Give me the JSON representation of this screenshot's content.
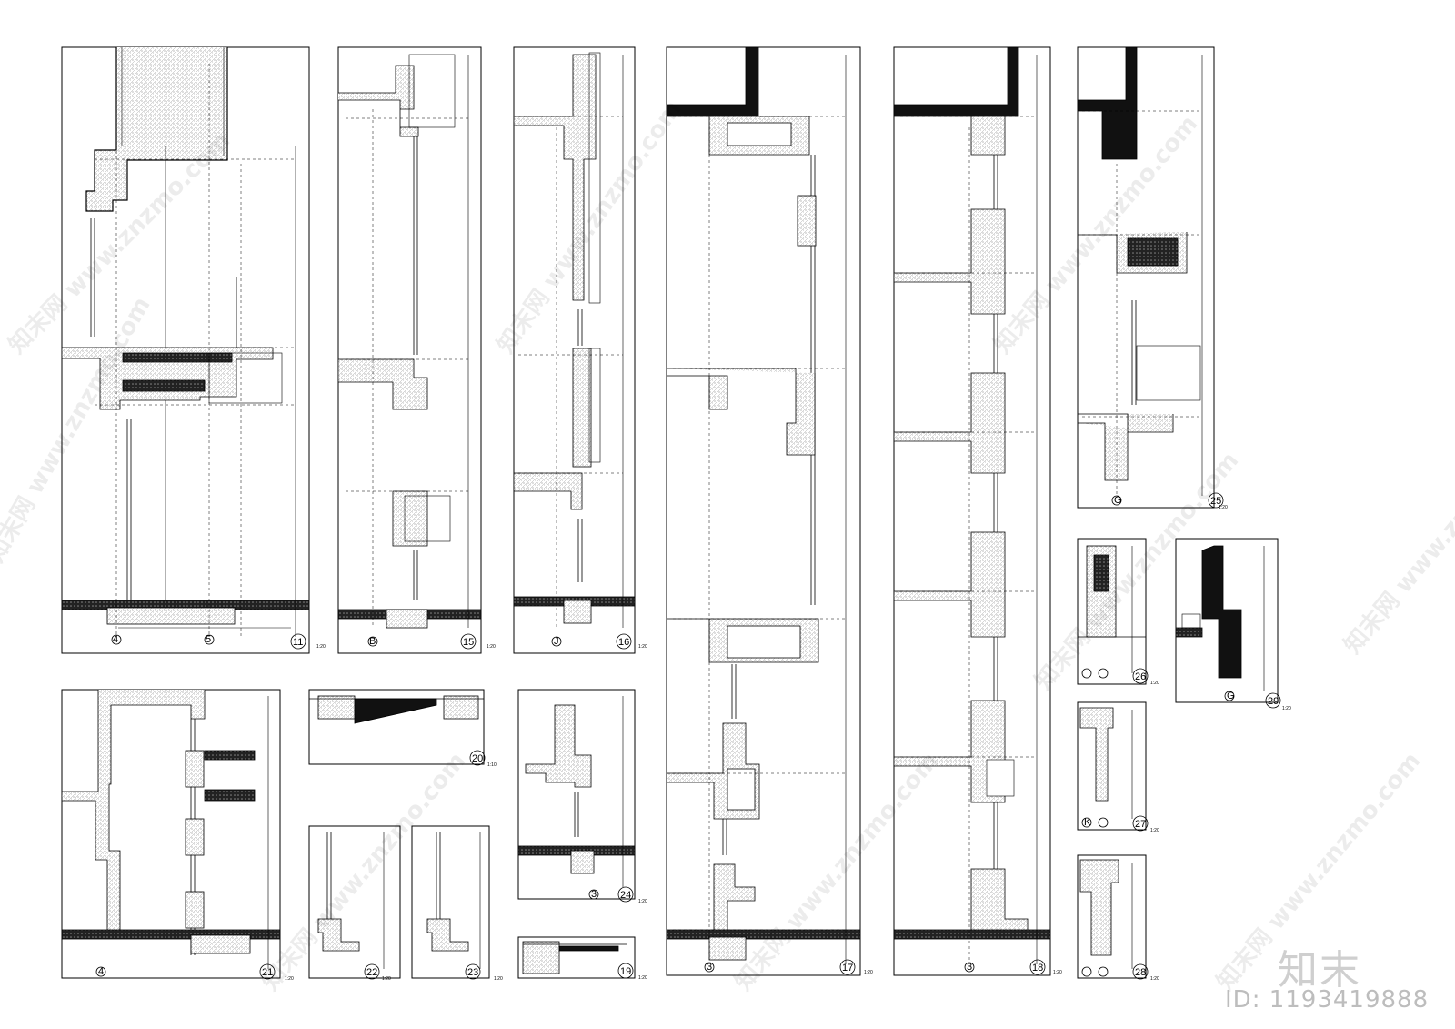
{
  "sheet": {
    "details": [
      {
        "number": "11",
        "scale": "1:20",
        "grid_marks": [
          "4",
          "5"
        ]
      },
      {
        "number": "15",
        "scale": "1:20",
        "grid_marks": [
          "B"
        ]
      },
      {
        "number": "16",
        "scale": "1:20",
        "grid_marks": [
          "J"
        ]
      },
      {
        "number": "17",
        "scale": "1:20",
        "grid_marks": [
          "3"
        ]
      },
      {
        "number": "18",
        "scale": "1:20",
        "grid_marks": [
          "3"
        ]
      },
      {
        "number": "25",
        "scale": "1:20",
        "grid_marks": [
          "G"
        ]
      },
      {
        "number": "26",
        "scale": "1:20",
        "grid_marks": []
      },
      {
        "number": "27",
        "scale": "1:20",
        "grid_marks": [
          "K"
        ]
      },
      {
        "number": "28",
        "scale": "1:20",
        "grid_marks": []
      },
      {
        "number": "29",
        "scale": "1:20",
        "grid_marks": [
          "G"
        ]
      },
      {
        "number": "21",
        "scale": "1:20",
        "grid_marks": [
          "4"
        ]
      },
      {
        "number": "20",
        "scale": "1:10",
        "grid_marks": []
      },
      {
        "number": "22",
        "scale": "1:20",
        "grid_marks": []
      },
      {
        "number": "23",
        "scale": "1:20",
        "grid_marks": []
      },
      {
        "number": "24",
        "scale": "1:20",
        "grid_marks": [
          "3"
        ]
      },
      {
        "number": "19",
        "scale": "1:20",
        "grid_marks": []
      }
    ]
  },
  "watermark": {
    "text": "知末网 www.znzmo.com",
    "brand": "知末",
    "id_label": "ID: 1193419888"
  }
}
